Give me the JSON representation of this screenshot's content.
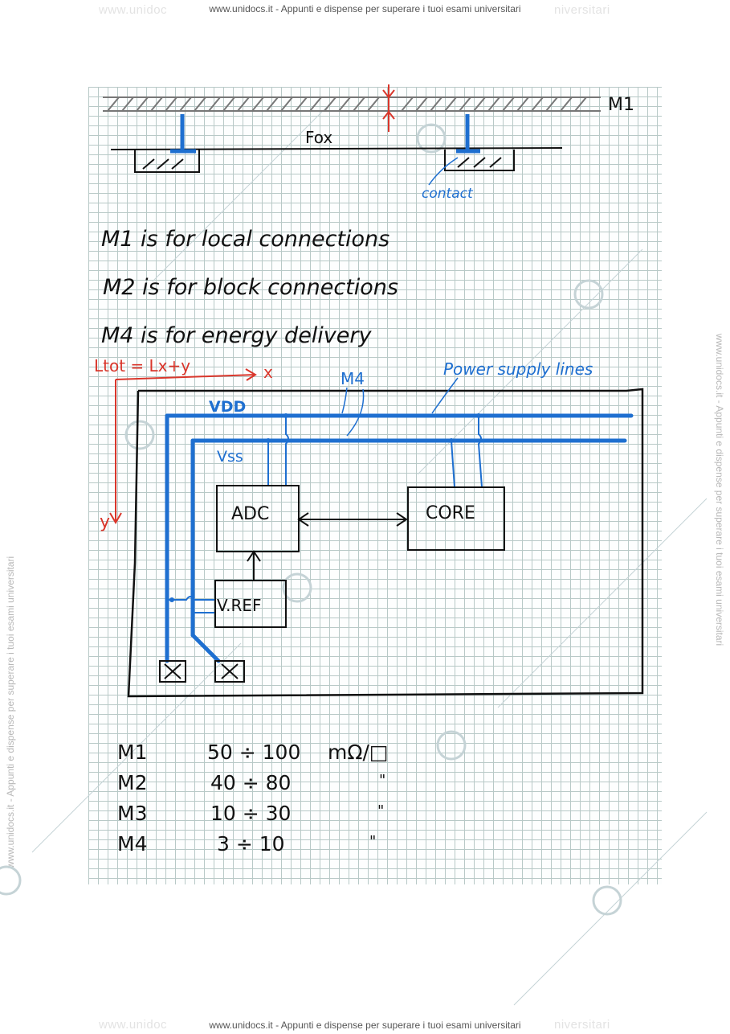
{
  "watermark": {
    "header": "www.unidocs.it - Appunti e dispense per superare i tuoi esami universitari",
    "footer": "www.unidocs.it - Appunti e dispense per superare i tuoi esami universitari",
    "side_left": "www.unidocs.it - Appunti e dispense per superare i tuoi esami universitari",
    "side_right": "www.unidocs.it - Appunti e dispense per superare i tuoi esami universitari",
    "ghost_top_left": "www.unidoc",
    "ghost_top_right": "niversitari",
    "ghost_bottom_left": "www.unidoc",
    "ghost_bottom_right": "niversitari"
  },
  "cross_section": {
    "metal_label": "M1",
    "oxide_label": "Fox",
    "contact_label": "contact"
  },
  "notes": [
    "M1 is for local connections",
    "M2 is for block connections",
    "M4 is for energy delivery"
  ],
  "floorplan": {
    "length_formula": "Ltot = Lx+y",
    "x_axis": "x",
    "y_axis": "y",
    "m4_label": "M4",
    "power_label": "Power supply lines",
    "vdd_label": "VDD",
    "vss_label": "Vss",
    "adc_label": "ADC",
    "core_label": "CORE",
    "vref_label": "V.REF"
  },
  "resistance_table": {
    "rows": [
      {
        "layer": "M1",
        "range": "50 ÷ 100",
        "unit": "mΩ/□"
      },
      {
        "layer": "M2",
        "range": "40 ÷ 80",
        "unit": "\""
      },
      {
        "layer": "M3",
        "range": "10 ÷ 30",
        "unit": "\""
      },
      {
        "layer": "M4",
        "range": "3 ÷ 10",
        "unit": "\""
      }
    ]
  },
  "colors": {
    "ink_black": "#111111",
    "ink_blue": "#1e6fd0",
    "ink_red": "#d9362b",
    "grid": "#b8c9c7"
  }
}
